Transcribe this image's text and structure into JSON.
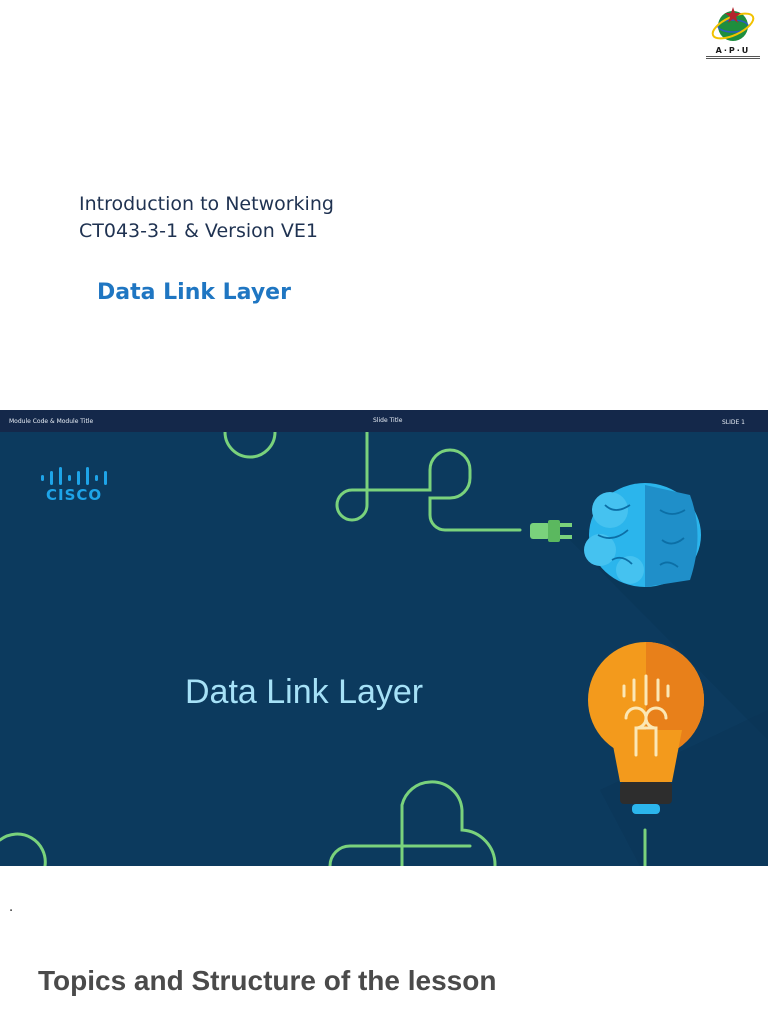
{
  "logo": {
    "text": "A·P·U",
    "colors": {
      "globe": "#1e8e3e",
      "ring": "#f2c200",
      "star": "#b3262d"
    }
  },
  "course": {
    "line1": "Introduction to Networking",
    "line2": "CT043-3-1 & Version VE1"
  },
  "lesson_title": "Data Link Layer",
  "slide": {
    "header_left": "Module Code & Module Title",
    "header_center": "Slide Title",
    "header_right": "SLIDE 1",
    "brand": "CISCO",
    "title": "Data Link Layer",
    "colors": {
      "background": "#0c3a5e",
      "wire": "#7ad27c",
      "brain": "#2bb5ec",
      "bulb": "#f39a1c",
      "title": "#a6e1f7"
    }
  },
  "footer": {
    "dot": ".",
    "heading": "Topics and Structure of the lesson"
  }
}
